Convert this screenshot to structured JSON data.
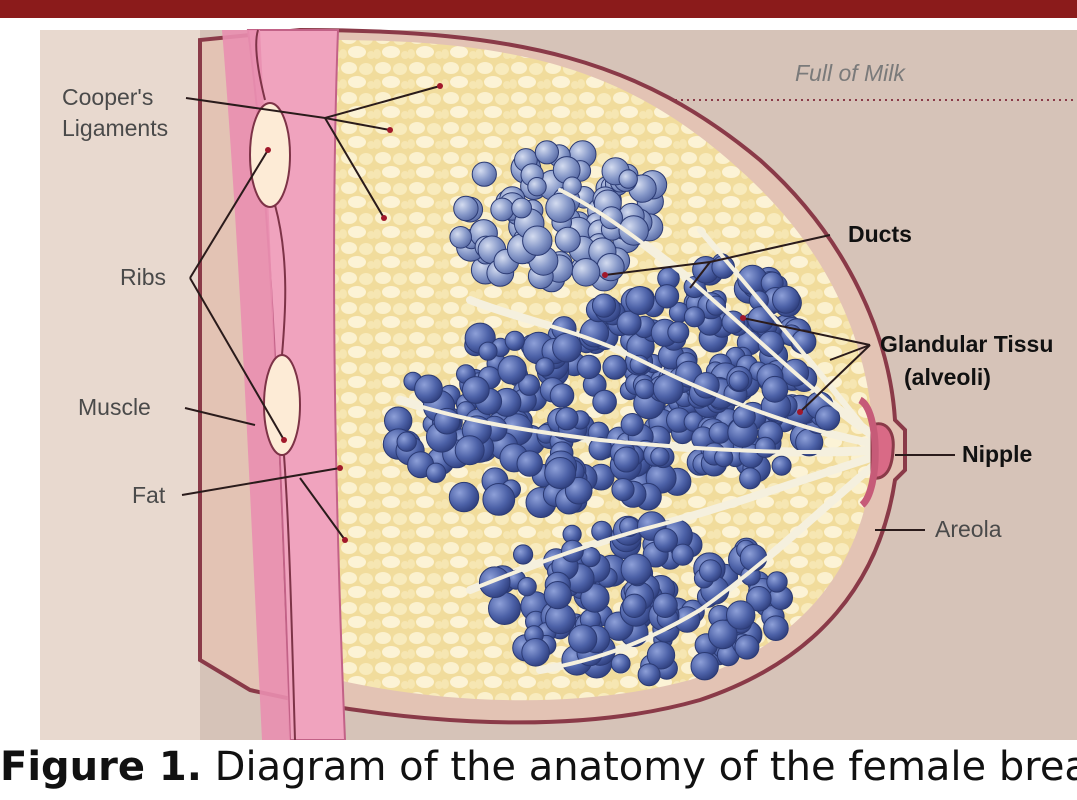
{
  "header": {
    "bar_color": "#8b1b1b"
  },
  "labels": {
    "milk": "Full of Milk",
    "coopers_line1": "Cooper's",
    "coopers_line2": "Ligaments",
    "ribs": "Ribs",
    "muscle": "Muscle",
    "fat": "Fat",
    "ducts": "Ducts",
    "glandular_line1": "Glandular Tissu",
    "glandular_line2": "(alveoli)",
    "nipple": "Nipple",
    "areola": "Areola"
  },
  "caption": {
    "prefix": "Figure 1.",
    "text": " Diagram of the anatomy of the female breast"
  },
  "colors": {
    "muscle": "#ec9ab6",
    "fat": "#f3dfa0",
    "lobule": "#4f64a8",
    "duct": "#f3eedc",
    "skin": "#d9b3a3",
    "outline": "#8a3a48"
  }
}
